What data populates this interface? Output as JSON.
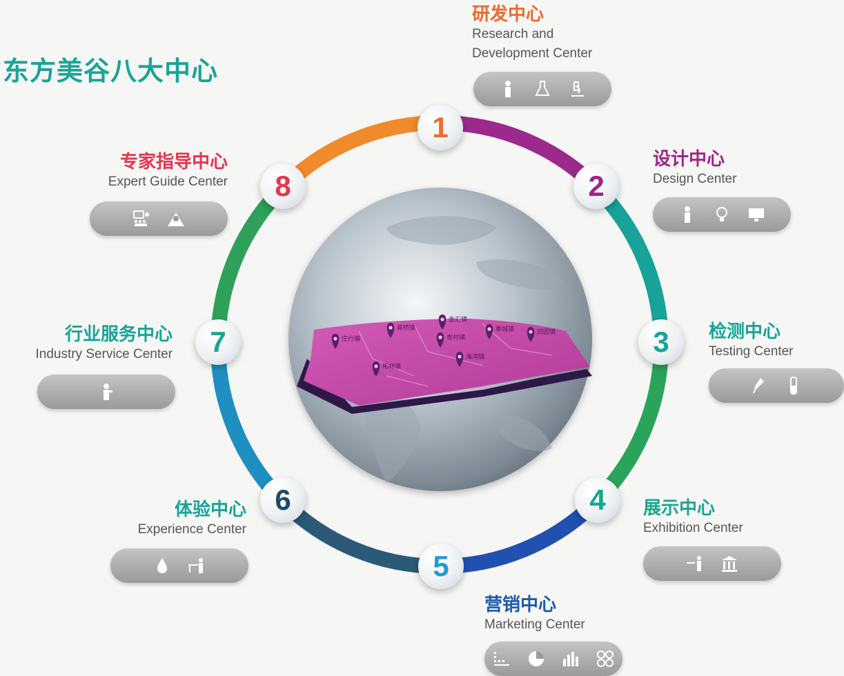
{
  "title": "东方美谷八大中心",
  "centers": [
    {
      "num": "1",
      "cn": "研发中心",
      "en": [
        "Research and",
        "Development Center"
      ],
      "color": "#ee6a2e",
      "icons": [
        "scientist-icon",
        "flask-icon",
        "microscope-icon"
      ]
    },
    {
      "num": "2",
      "cn": "设计中心",
      "en": [
        "Design Center"
      ],
      "color": "#a0238c",
      "icons": [
        "designer-icon",
        "lightbulb-icon",
        "monitor-icon"
      ]
    },
    {
      "num": "3",
      "cn": "检测中心",
      "en": [
        "Testing Center"
      ],
      "color": "#16a597",
      "icons": [
        "dropper-icon",
        "test-tube-icon"
      ]
    },
    {
      "num": "4",
      "cn": "展示中心",
      "en": [
        "Exhibition Center"
      ],
      "color": "#1aa78c",
      "icons": [
        "exhibitor-icon",
        "museum-icon"
      ]
    },
    {
      "num": "5",
      "cn": "营销中心",
      "en": [
        "Marketing Center"
      ],
      "color": "#1e5aa8",
      "icons": [
        "dots-chart-icon",
        "pie-chart-icon",
        "bar-chart-icon",
        "grid-circles-icon"
      ]
    },
    {
      "num": "6",
      "cn": "体验中心",
      "en": [
        "Experience Center"
      ],
      "color": "#16a597",
      "icons": [
        "droplet-icon",
        "desk-worker-icon"
      ]
    },
    {
      "num": "7",
      "cn": "行业服务中心",
      "en": [
        "Industry Service Center"
      ],
      "color": "#16a597",
      "icons": [
        "service-person-icon"
      ]
    },
    {
      "num": "8",
      "cn": "专家指导中心",
      "en": [
        "Expert Guide Center"
      ],
      "color": "#e8344e",
      "icons": [
        "lecture-icon",
        "expert-icon"
      ]
    }
  ],
  "number_colors": [
    "#ee6a2e",
    "#a0238c",
    "#16a597",
    "#1aa78c",
    "#1e9ad8",
    "#1e4a6a",
    "#16a597",
    "#e8344e"
  ],
  "map_pins": [
    "金汇镇",
    "庄行镇",
    "南桥镇",
    "奉城镇",
    "四团镇",
    "青村镇",
    "柘林镇",
    "海湾镇"
  ]
}
